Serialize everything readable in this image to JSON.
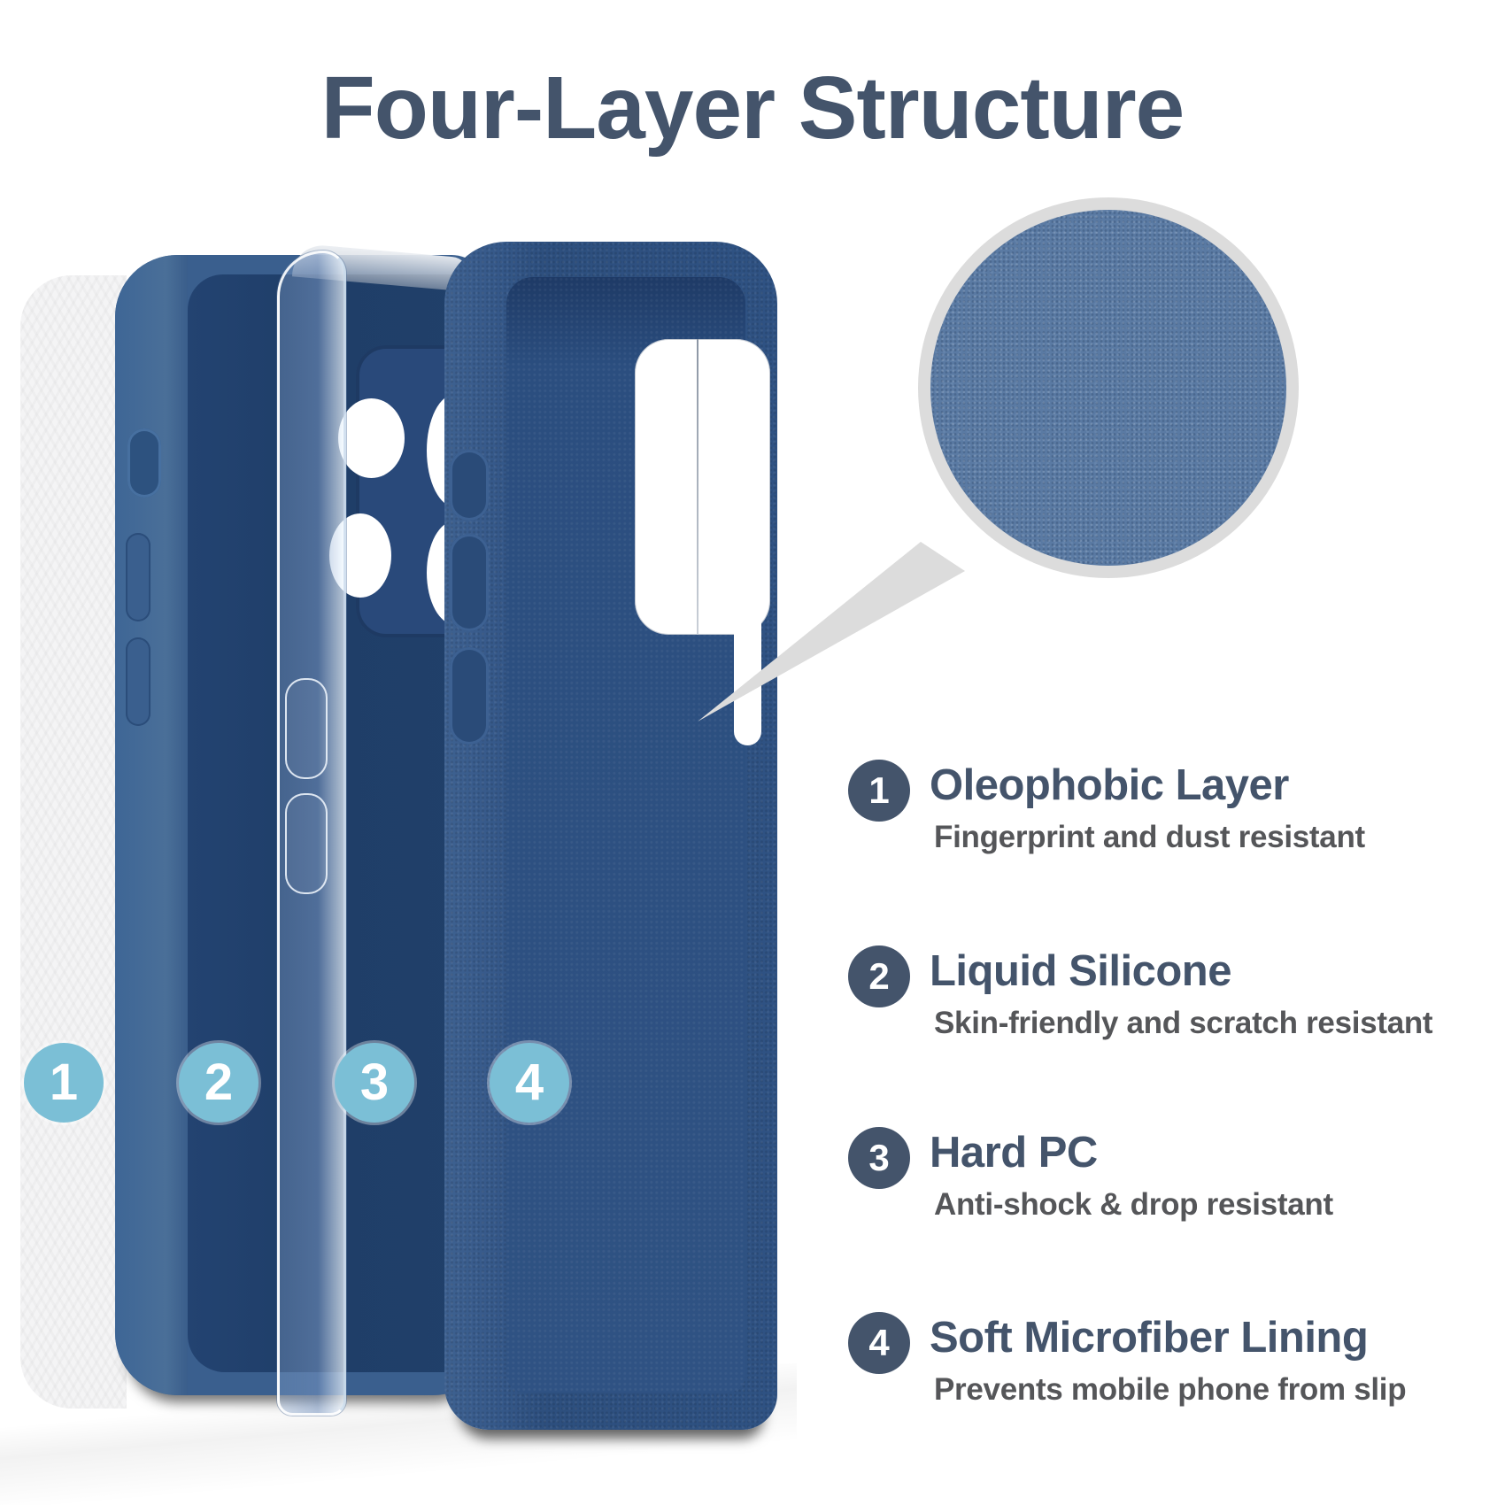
{
  "header": {
    "title": "Four-Layer Structure"
  },
  "colors": {
    "title": "#44546b",
    "description": "#555659",
    "feature_badge": "#44546b",
    "layer_badge": "#7bbfd6",
    "case_blue": "#3a5f8e",
    "magnifier_ring": "#dcdcdc"
  },
  "image_layers": {
    "badges": [
      "1",
      "2",
      "3",
      "4"
    ]
  },
  "magnifier": {
    "subject": "microfiber-lining-closeup"
  },
  "features": [
    {
      "number": "1",
      "title": "Oleophobic Layer",
      "description": "Fingerprint and dust resistant"
    },
    {
      "number": "2",
      "title": "Liquid Silicone",
      "description": "Skin-friendly and scratch resistant"
    },
    {
      "number": "3",
      "title": "Hard PC",
      "description": "Anti-shock & drop resistant"
    },
    {
      "number": "4",
      "title": "Soft Microfiber Lining",
      "description": "Prevents mobile phone from slip"
    }
  ]
}
